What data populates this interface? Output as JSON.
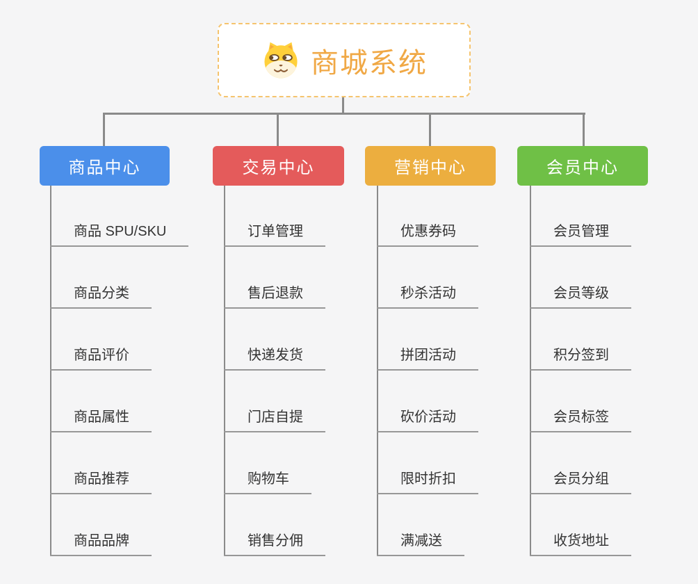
{
  "root": {
    "title": "商城系统",
    "icon": "dog-face-icon"
  },
  "branches": [
    {
      "label": "商品中心",
      "color": "#4b8fea",
      "children": [
        "商品 SPU/SKU",
        "商品分类",
        "商品评价",
        "商品属性",
        "商品推荐",
        "商品品牌"
      ]
    },
    {
      "label": "交易中心",
      "color": "#e45b5b",
      "children": [
        "订单管理",
        "售后退款",
        "快递发货",
        "门店自提",
        "购物车",
        "销售分佣"
      ]
    },
    {
      "label": "营销中心",
      "color": "#ecae3f",
      "children": [
        "优惠券码",
        "秒杀活动",
        "拼团活动",
        "砍价活动",
        "限时折扣",
        "满减送"
      ]
    },
    {
      "label": "会员中心",
      "color": "#6fc046",
      "children": [
        "会员管理",
        "会员等级",
        "积分签到",
        "会员标签",
        "会员分组",
        "收货地址"
      ]
    }
  ],
  "colors": {
    "background": "#f5f5f6",
    "connector": "#8a8a8a",
    "root_border": "#f5c46e",
    "root_text": "#f0a845",
    "leaf_text": "#333333",
    "leaf_underline": "#979797"
  }
}
